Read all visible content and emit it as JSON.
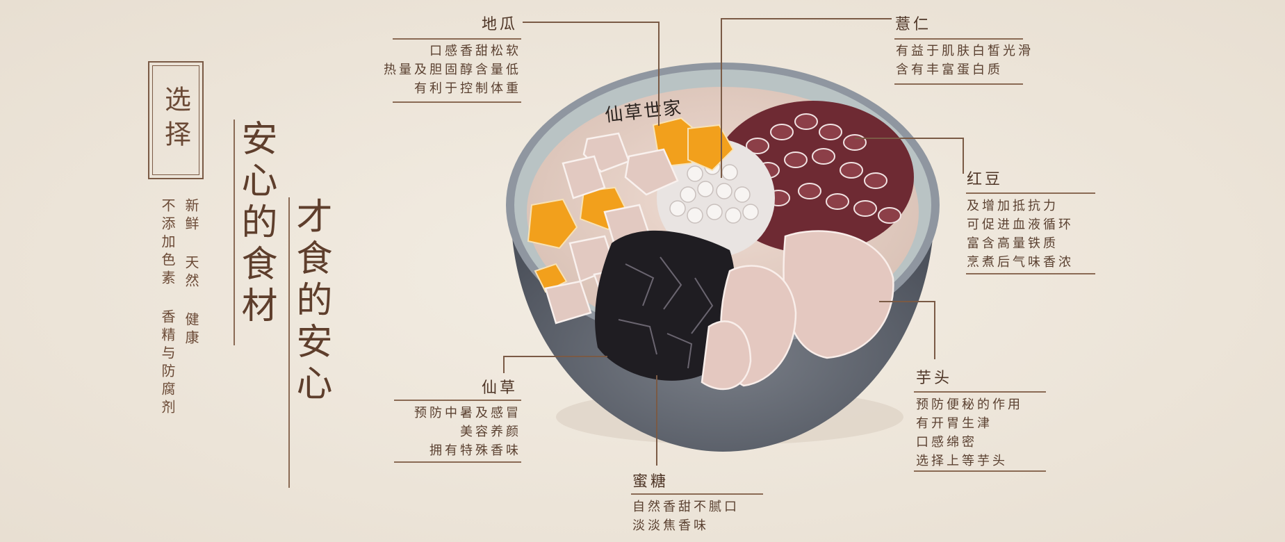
{
  "header": {
    "box_title": "选择",
    "headline_right": "才食的安心",
    "headline_left": "安心的食材"
  },
  "features": {
    "col1": "新鲜 天然 健康",
    "col2": "不添加色素 香精与防腐剂"
  },
  "bowl": {
    "logo": "仙草世家"
  },
  "ingredients": {
    "digua": {
      "name": "地瓜",
      "lines": [
        "口感香甜松软",
        "热量及胆固醇含量低",
        "有利于控制体重"
      ]
    },
    "yiren": {
      "name": "薏仁",
      "lines": [
        "有益于肌肤白皙光滑",
        "含有丰富蛋白质"
      ]
    },
    "hongdou": {
      "name": "红豆",
      "lines": [
        "及增加抵抗力",
        "可促进血液循环",
        "富含高量铁质",
        "烹煮后气味香浓"
      ]
    },
    "yutou": {
      "name": "芋头",
      "lines": [
        "预防便秘的作用",
        "有开胃生津",
        "口感绵密",
        "选择上等芋头"
      ]
    },
    "xiancao": {
      "name": "仙草",
      "lines": [
        "预防中暑及感冒",
        "美容养颜",
        "拥有特殊香味"
      ]
    },
    "mitang": {
      "name": "蜜糖",
      "lines": [
        "自然香甜不腻口",
        "淡淡焦香味"
      ]
    }
  },
  "colors": {
    "background": "#efe8dd",
    "text": "#6b4a36",
    "bowl_outer": "#5f6570",
    "taro": "#e6cfc6",
    "sweet_potato": "#f0a020",
    "red_bean": "#6e2a33",
    "grass_jelly": "#1f1d22"
  }
}
